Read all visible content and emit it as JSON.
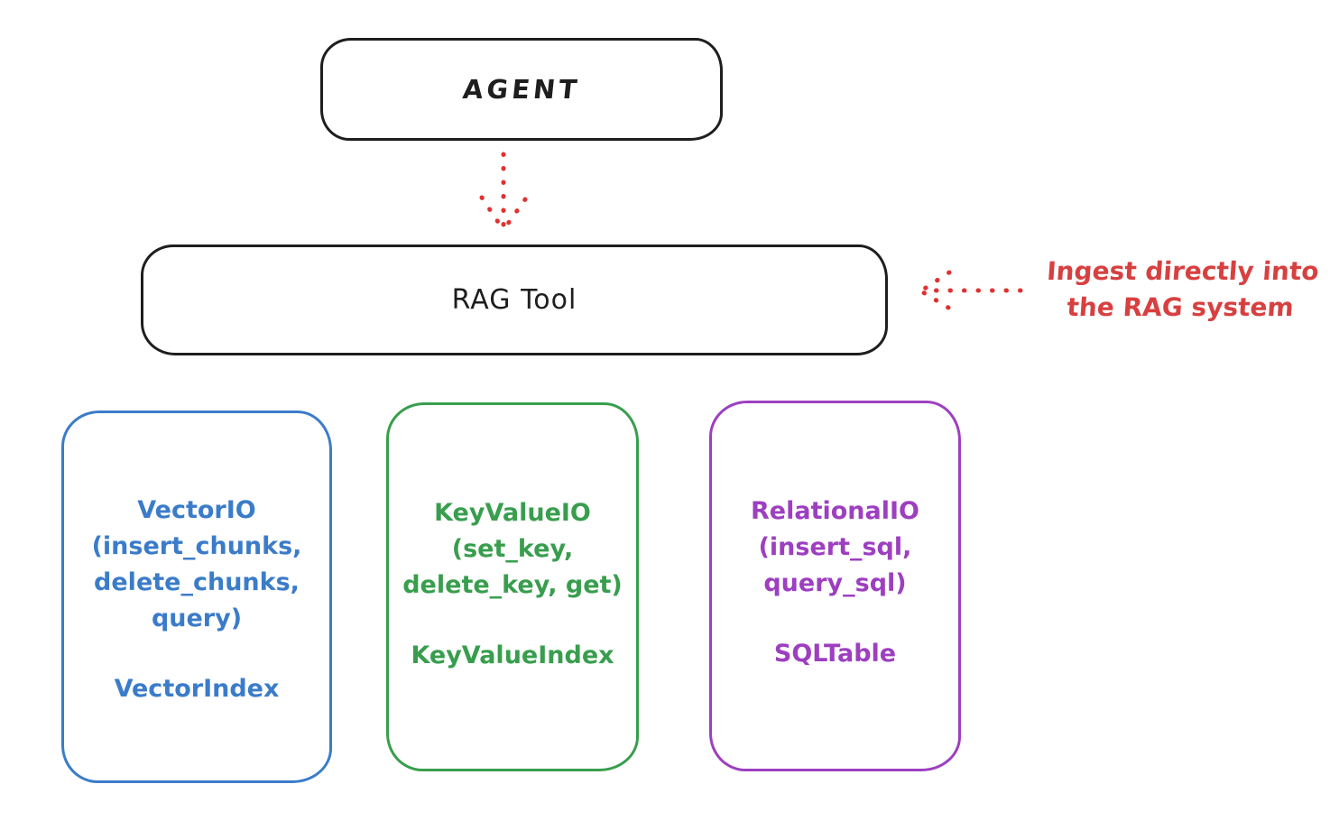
{
  "diagram": {
    "agent": {
      "label": "AGENT"
    },
    "rag_tool": {
      "label": "RAG Tool"
    },
    "annotation": {
      "line1": "Ingest directly into",
      "line2": "the RAG system"
    },
    "arrows": [
      {
        "name": "agent-to-rag-tool",
        "style": "dotted",
        "direction": "down",
        "color": "#e03131"
      },
      {
        "name": "annotation-to-rag-tool",
        "style": "dotted",
        "direction": "left",
        "color": "#e03131"
      }
    ],
    "colors": {
      "outline": "#1e1e1e",
      "red": "#e03131",
      "blue": "#3b7cc9",
      "green": "#389e4d",
      "purple": "#9d3fc0"
    },
    "backends": {
      "vector": {
        "lines": [
          "VectorIO",
          "(insert_chunks,",
          "delete_chunks,",
          "query)"
        ],
        "index": "VectorIndex"
      },
      "keyvalue": {
        "lines": [
          "KeyValueIO",
          "(set_key,",
          "delete_key, get)"
        ],
        "index": "KeyValueIndex"
      },
      "relational": {
        "lines": [
          "RelationalIO",
          "(insert_sql,",
          "query_sql)"
        ],
        "index": "SQLTable"
      }
    }
  }
}
